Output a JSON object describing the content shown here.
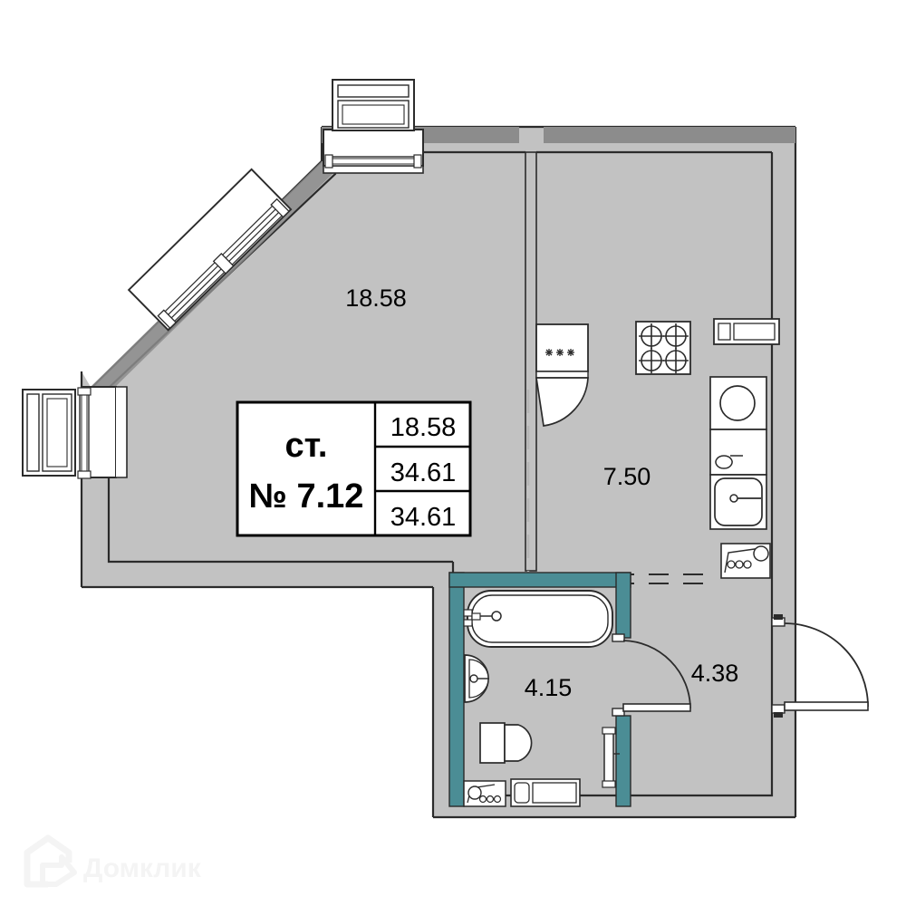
{
  "document": {
    "type": "apartment-floor-plan",
    "background_color": "#ffffff"
  },
  "info_box": {
    "type_label": "ст.",
    "number_label": "№ 7.12",
    "rows": [
      {
        "value": "18.58"
      },
      {
        "value": "34.61"
      },
      {
        "value": "34.61"
      }
    ]
  },
  "rooms": [
    {
      "name": "living-room",
      "area": "18.58"
    },
    {
      "name": "kitchen",
      "area": "7.50"
    },
    {
      "name": "bathroom",
      "area": "4.15"
    },
    {
      "name": "hallway",
      "area": "4.38"
    }
  ],
  "colors": {
    "wall_fill": "#c2c2c2",
    "wall_fill_dark": "#8c8c8c",
    "wall_stroke": "#2b2b2b",
    "wet_wall": "#4b8d95",
    "fixture_stroke": "#3a3a3a",
    "label_text": "#000000",
    "watermark": "#f4f4f4"
  },
  "fixtures": {
    "refrigerator": "refrigerator-icon",
    "stove": "stove-icon",
    "washing_machine": "washing-machine-icon",
    "small_sink": "small-sink-icon",
    "kitchen_sink": "kitchen-sink-icon",
    "corner_counter": "corner-counter-icon",
    "bathtub": "bathtub-icon",
    "bathroom_sink": "bathroom-sink-icon",
    "toilet": "toilet-icon",
    "bathroom_stove": "bathroom-stove-icon",
    "bathroom_cabinet": "bathroom-cabinet-icon",
    "riser_pipe": "riser-pipe-icon"
  },
  "openings": {
    "entry_door": "entry-door",
    "bathroom_door": "bathroom-door",
    "balcony_sliding_door": "balcony-sliding-door",
    "top_bay_window": "top-bay-window",
    "left_bay_window": "left-bay-window",
    "kitchen_window": "kitchen-window",
    "kitchen_pass_through": "kitchen-pass-through"
  },
  "watermark": {
    "text": "Домклик",
    "logo": "domclick-house-icon"
  }
}
